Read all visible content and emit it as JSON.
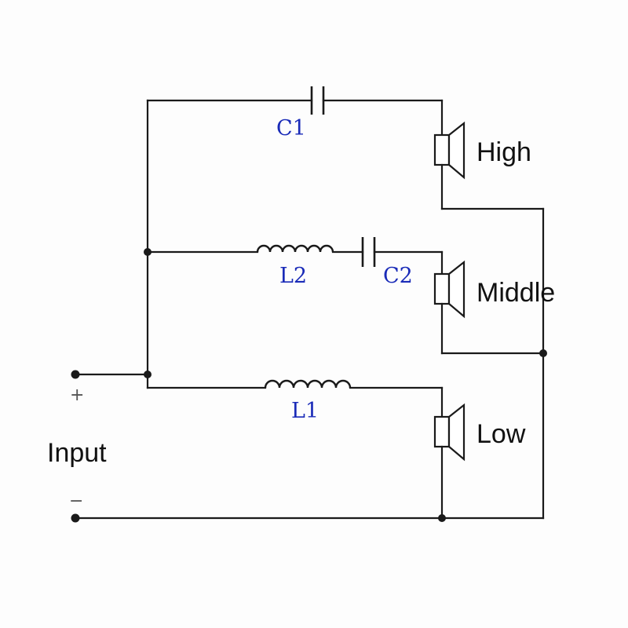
{
  "colors": {
    "wire": "#1a1a1a",
    "reference_label": "#1a2bb8",
    "text": "#111111"
  },
  "components": {
    "c1": {
      "label": "C1"
    },
    "c2": {
      "label": "C2"
    },
    "l1": {
      "label": "L1"
    },
    "l2": {
      "label": "L2"
    }
  },
  "speakers": {
    "high": {
      "label": "High",
      "icon": "speaker-icon"
    },
    "middle": {
      "label": "Middle",
      "icon": "speaker-icon"
    },
    "low": {
      "label": "Low",
      "icon": "speaker-icon"
    }
  },
  "input": {
    "label": "Input",
    "plus_sign": "+",
    "minus_sign": "−"
  }
}
